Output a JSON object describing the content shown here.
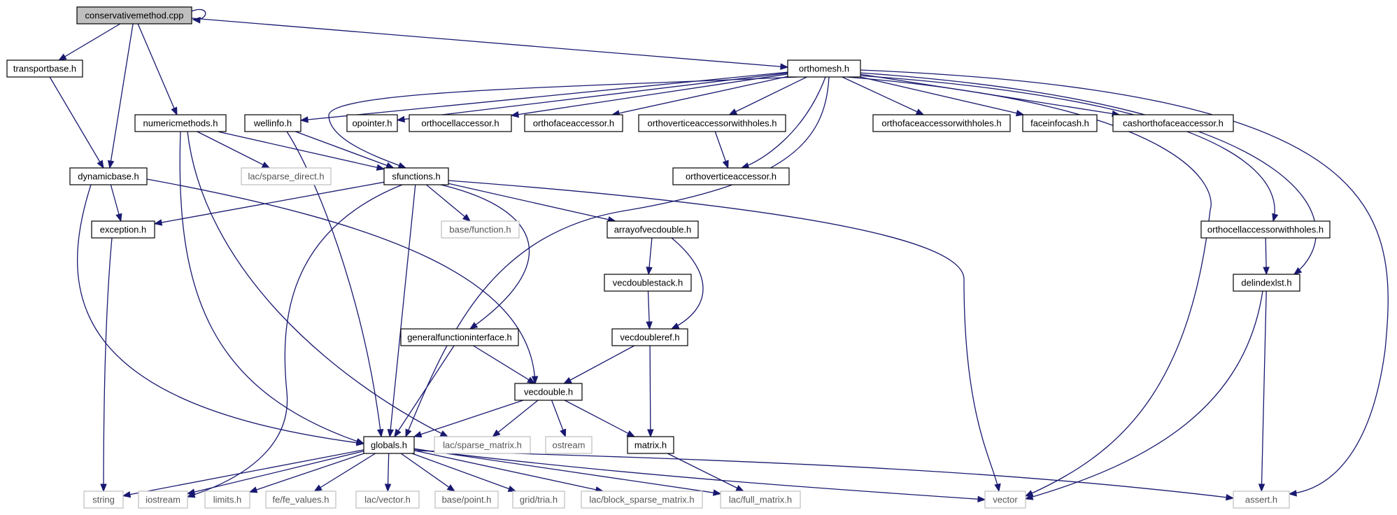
{
  "colors": {
    "edge": "#191970",
    "root_fill": "#bfbfbf",
    "node_border": "#000000",
    "external_border": "#bfbfbf",
    "external_text": "#555555",
    "text": "#000000"
  },
  "nodes": [
    {
      "id": "conservativemethod",
      "label": "conservativemethod.cpp",
      "kind": "root"
    },
    {
      "id": "transportbase",
      "label": "transportbase.h",
      "kind": "local"
    },
    {
      "id": "orthomesh",
      "label": "orthomesh.h",
      "kind": "local"
    },
    {
      "id": "numericmethods",
      "label": "numericmethods.h",
      "kind": "local"
    },
    {
      "id": "wellinfo",
      "label": "wellinfo.h",
      "kind": "local"
    },
    {
      "id": "opointer",
      "label": "opointer.h",
      "kind": "local"
    },
    {
      "id": "orthocellaccessor",
      "label": "orthocellaccessor.h",
      "kind": "local"
    },
    {
      "id": "orthofaceaccessor",
      "label": "orthofaceaccessor.h",
      "kind": "local"
    },
    {
      "id": "orthoverticeaccessorwithholes",
      "label": "orthoverticeaccessorwithholes.h",
      "kind": "local"
    },
    {
      "id": "orthofaceaccessorwithholes",
      "label": "orthofaceaccessorwithholes.h",
      "kind": "local"
    },
    {
      "id": "faceinfocash",
      "label": "faceinfocash.h",
      "kind": "local"
    },
    {
      "id": "cashorthofaceaccessor",
      "label": "cashorthofaceaccessor.h",
      "kind": "local"
    },
    {
      "id": "dynamicbase",
      "label": "dynamicbase.h",
      "kind": "local"
    },
    {
      "id": "lac_sparse_direct",
      "label": "lac/sparse_direct.h",
      "kind": "external"
    },
    {
      "id": "sfunctions",
      "label": "sfunctions.h",
      "kind": "local"
    },
    {
      "id": "orthoverticeaccessor",
      "label": "orthoverticeaccessor.h",
      "kind": "local"
    },
    {
      "id": "exception",
      "label": "exception.h",
      "kind": "local"
    },
    {
      "id": "base_function",
      "label": "base/function.h",
      "kind": "external"
    },
    {
      "id": "arrayofvecdouble",
      "label": "arrayofvecdouble.h",
      "kind": "local"
    },
    {
      "id": "orthocellaccessorwithholes",
      "label": "orthocellaccessorwithholes.h",
      "kind": "local"
    },
    {
      "id": "vecdoublestack",
      "label": "vecdoublestack.h",
      "kind": "local"
    },
    {
      "id": "delindexlst",
      "label": "delindexlst.h",
      "kind": "local"
    },
    {
      "id": "generalfunctioninterface",
      "label": "generalfunctioninterface.h",
      "kind": "local"
    },
    {
      "id": "vecdoubleref",
      "label": "vecdoubleref.h",
      "kind": "local"
    },
    {
      "id": "vecdouble",
      "label": "vecdouble.h",
      "kind": "local"
    },
    {
      "id": "globals",
      "label": "globals.h",
      "kind": "local"
    },
    {
      "id": "lac_sparse_matrix",
      "label": "lac/sparse_matrix.h",
      "kind": "external"
    },
    {
      "id": "ostream",
      "label": "ostream",
      "kind": "external"
    },
    {
      "id": "matrix",
      "label": "matrix.h",
      "kind": "local"
    },
    {
      "id": "string",
      "label": "string",
      "kind": "external"
    },
    {
      "id": "iostream",
      "label": "iostream",
      "kind": "external"
    },
    {
      "id": "limits",
      "label": "limits.h",
      "kind": "external"
    },
    {
      "id": "fe_values",
      "label": "fe/fe_values.h",
      "kind": "external"
    },
    {
      "id": "lac_vector",
      "label": "lac/vector.h",
      "kind": "external"
    },
    {
      "id": "base_point",
      "label": "base/point.h",
      "kind": "external"
    },
    {
      "id": "grid_tria",
      "label": "grid/tria.h",
      "kind": "external"
    },
    {
      "id": "lac_block_sparse_matrix",
      "label": "lac/block_sparse_matrix.h",
      "kind": "external"
    },
    {
      "id": "lac_full_matrix",
      "label": "lac/full_matrix.h",
      "kind": "external"
    },
    {
      "id": "vector",
      "label": "vector",
      "kind": "external"
    },
    {
      "id": "assert",
      "label": "assert.h",
      "kind": "external"
    }
  ],
  "edges": [
    [
      "conservativemethod",
      "conservativemethod"
    ],
    [
      "conservativemethod",
      "transportbase"
    ],
    [
      "conservativemethod",
      "dynamicbase"
    ],
    [
      "conservativemethod",
      "numericmethods"
    ],
    [
      "conservativemethod",
      "orthomesh"
    ],
    [
      "transportbase",
      "dynamicbase"
    ],
    [
      "orthomesh",
      "wellinfo"
    ],
    [
      "orthomesh",
      "sfunctions"
    ],
    [
      "orthomesh",
      "opointer"
    ],
    [
      "orthomesh",
      "orthocellaccessor"
    ],
    [
      "orthomesh",
      "orthofaceaccessor"
    ],
    [
      "orthomesh",
      "orthoverticeaccessorwithholes"
    ],
    [
      "orthomesh",
      "orthoverticeaccessor"
    ],
    [
      "orthomesh",
      "globals"
    ],
    [
      "orthomesh",
      "orthofaceaccessorwithholes"
    ],
    [
      "orthomesh",
      "faceinfocash"
    ],
    [
      "orthomesh",
      "cashorthofaceaccessor"
    ],
    [
      "orthomesh",
      "vector"
    ],
    [
      "orthomesh",
      "orthocellaccessorwithholes"
    ],
    [
      "orthomesh",
      "delindexlst"
    ],
    [
      "orthomesh",
      "assert"
    ],
    [
      "orthoverticeaccessorwithholes",
      "orthoverticeaccessor"
    ],
    [
      "numericmethods",
      "lac_sparse_direct"
    ],
    [
      "numericmethods",
      "sfunctions"
    ],
    [
      "numericmethods",
      "globals"
    ],
    [
      "numericmethods",
      "lac_sparse_matrix"
    ],
    [
      "wellinfo",
      "sfunctions"
    ],
    [
      "wellinfo",
      "globals"
    ],
    [
      "dynamicbase",
      "exception"
    ],
    [
      "dynamicbase",
      "globals"
    ],
    [
      "dynamicbase",
      "vecdouble"
    ],
    [
      "sfunctions",
      "exception"
    ],
    [
      "sfunctions",
      "base_function"
    ],
    [
      "sfunctions",
      "arrayofvecdouble"
    ],
    [
      "sfunctions",
      "generalfunctioninterface"
    ],
    [
      "sfunctions",
      "globals"
    ],
    [
      "sfunctions",
      "iostream"
    ],
    [
      "sfunctions",
      "vector"
    ],
    [
      "exception",
      "string"
    ],
    [
      "arrayofvecdouble",
      "vecdoublestack"
    ],
    [
      "arrayofvecdouble",
      "vecdoubleref"
    ],
    [
      "vecdoublestack",
      "vecdoubleref"
    ],
    [
      "vecdoubleref",
      "vecdouble"
    ],
    [
      "vecdoubleref",
      "matrix"
    ],
    [
      "generalfunctioninterface",
      "vecdouble"
    ],
    [
      "generalfunctioninterface",
      "globals"
    ],
    [
      "vecdouble",
      "globals"
    ],
    [
      "vecdouble",
      "lac_sparse_matrix"
    ],
    [
      "vecdouble",
      "ostream"
    ],
    [
      "vecdouble",
      "matrix"
    ],
    [
      "matrix",
      "lac_full_matrix"
    ],
    [
      "orthocellaccessorwithholes",
      "delindexlst"
    ],
    [
      "delindexlst",
      "vector"
    ],
    [
      "delindexlst",
      "assert"
    ],
    [
      "globals",
      "string"
    ],
    [
      "globals",
      "iostream"
    ],
    [
      "globals",
      "limits"
    ],
    [
      "globals",
      "fe_values"
    ],
    [
      "globals",
      "lac_vector"
    ],
    [
      "globals",
      "base_point"
    ],
    [
      "globals",
      "grid_tria"
    ],
    [
      "globals",
      "lac_block_sparse_matrix"
    ],
    [
      "globals",
      "lac_full_matrix"
    ],
    [
      "globals",
      "vector"
    ],
    [
      "globals",
      "assert"
    ]
  ]
}
